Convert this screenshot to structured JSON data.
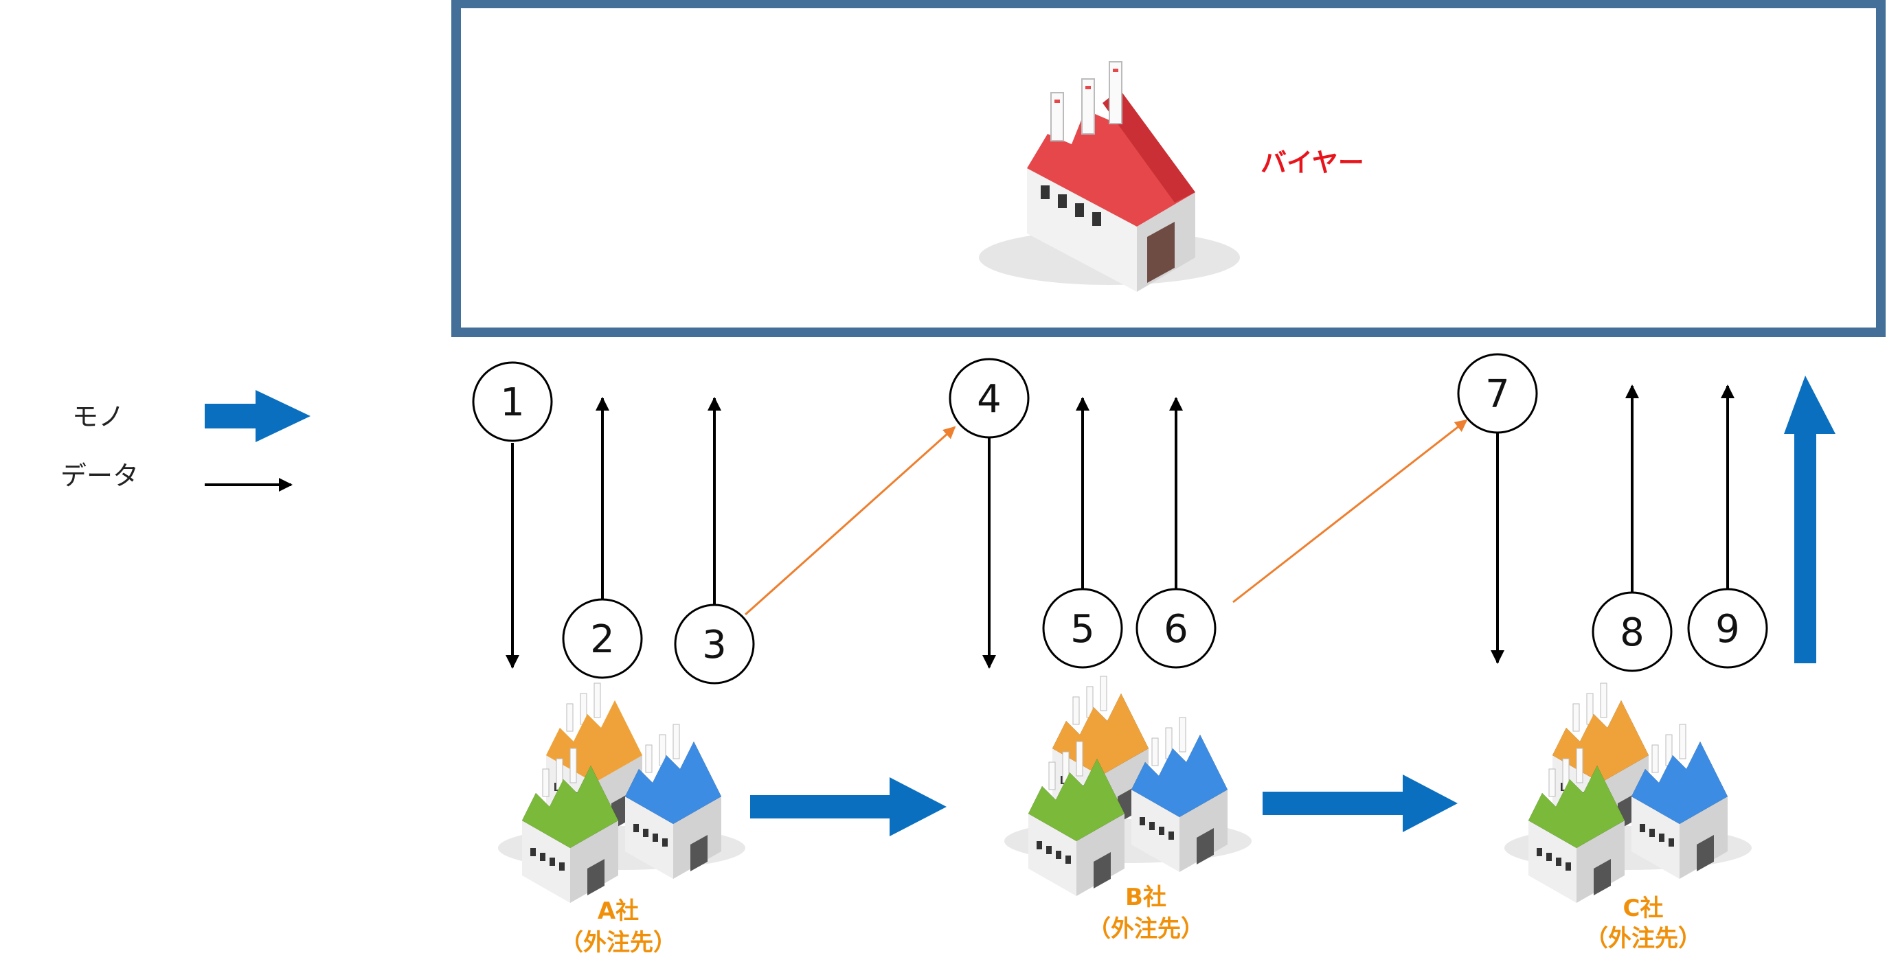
{
  "legend": {
    "goods_label": "モノ",
    "data_label": "データ"
  },
  "buyer": {
    "label": "バイヤー"
  },
  "companies": [
    {
      "name": "A社",
      "sub": "（外注先）"
    },
    {
      "name": "B社",
      "sub": "（外注先）"
    },
    {
      "name": "C社",
      "sub": "（外注先）"
    }
  ],
  "steps": [
    "1",
    "2",
    "3",
    "4",
    "5",
    "6",
    "7",
    "8",
    "9"
  ],
  "colors": {
    "frame": "#436f99",
    "goods_arrow": "#0a6fbf",
    "data_arrow": "#000000",
    "handoff_arrow": "#ee7f2e",
    "buyer_roof": "#e5474b",
    "buyer_label": "#e8141b",
    "company_label": "#f0900a",
    "factory_orange": "#f0a23a",
    "factory_green": "#7ab93a",
    "factory_blue": "#3d8ce3"
  }
}
